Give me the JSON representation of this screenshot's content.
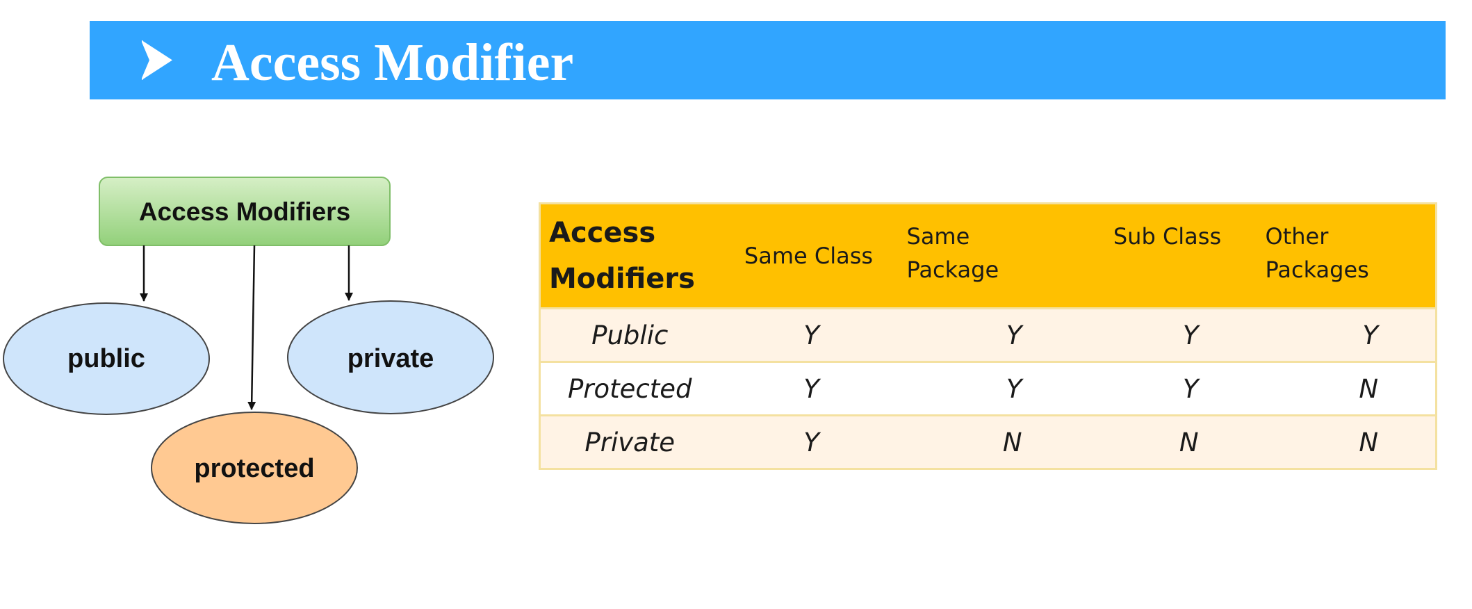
{
  "title": {
    "text": "Access Modifier",
    "icon": "arrowhead-bullet-icon",
    "banner_color": "#31a5ff"
  },
  "diagram": {
    "root": {
      "label": "Access Modifiers",
      "color": "#9fd686"
    },
    "children": [
      {
        "label": "public",
        "color": "#cfe5fb"
      },
      {
        "label": "private",
        "color": "#cfe5fb"
      },
      {
        "label": "protected",
        "color": "#ffc992"
      }
    ]
  },
  "table": {
    "header_color": "#ffc000",
    "headers": [
      "Access\nModifiers",
      "Same Class",
      "Same\nPackage",
      "Sub Class",
      "Other\nPackages"
    ],
    "rows": [
      [
        "Public",
        "Y",
        "Y",
        "Y",
        "Y"
      ],
      [
        "Protected",
        "Y",
        "Y",
        "Y",
        "N"
      ],
      [
        "Private",
        "Y",
        "N",
        "N",
        "N"
      ]
    ]
  }
}
